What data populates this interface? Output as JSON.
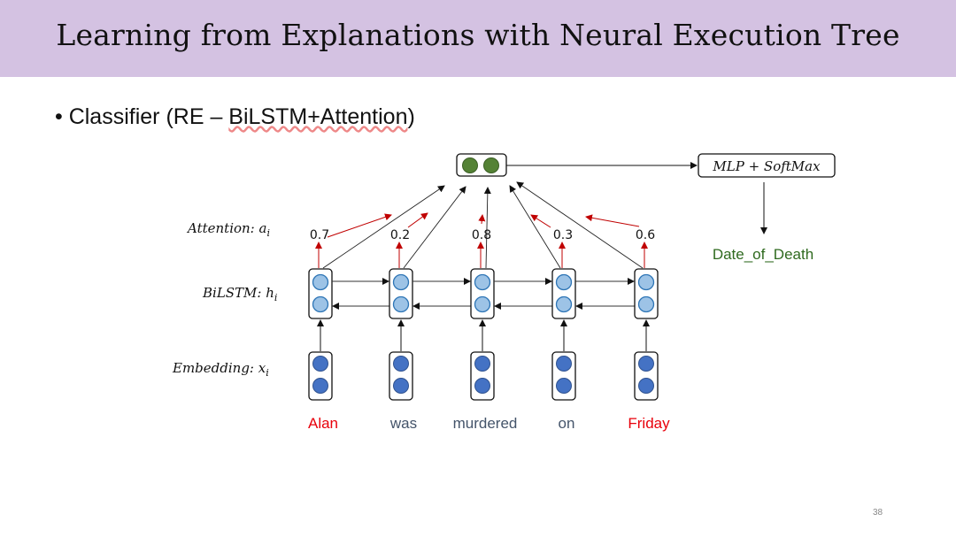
{
  "slide": {
    "title": "Learning from Explanations with Neural Execution Tree",
    "bullet_prefix": "• Classifier (RE – ",
    "bullet_underlined": "BiLSTM+Attention",
    "bullet_suffix": ")",
    "page_number": "38"
  },
  "diagram": {
    "row_labels": {
      "attention": "Attention: a",
      "attention_sub": "i",
      "bilstm": "BiLSTM: h",
      "bilstm_sub": "i",
      "embedding": "Embedding: x",
      "embedding_sub": "i"
    },
    "tokens": [
      {
        "word": "Alan",
        "attention": "0.7",
        "highlight": true
      },
      {
        "word": "was",
        "attention": "0.2",
        "highlight": false
      },
      {
        "word": "murdered",
        "attention": "0.8",
        "highlight": false
      },
      {
        "word": "on",
        "attention": "0.3",
        "highlight": false
      },
      {
        "word": "Friday",
        "attention": "0.6",
        "highlight": true
      }
    ],
    "classifier_label": "MLP + SoftMax",
    "output_label": "Date_of_Death",
    "colors": {
      "highlight_word": "#e8000b",
      "normal_word": "#44546a",
      "output": "#2f6a1f",
      "attention_arrow": "#c00000",
      "bilstm_node": "#9dc3e6",
      "bilstm_stroke": "#2e75b6",
      "embed_node": "#4472c4",
      "context_node": "#548235",
      "title_bg": "#d4c2e2"
    }
  }
}
